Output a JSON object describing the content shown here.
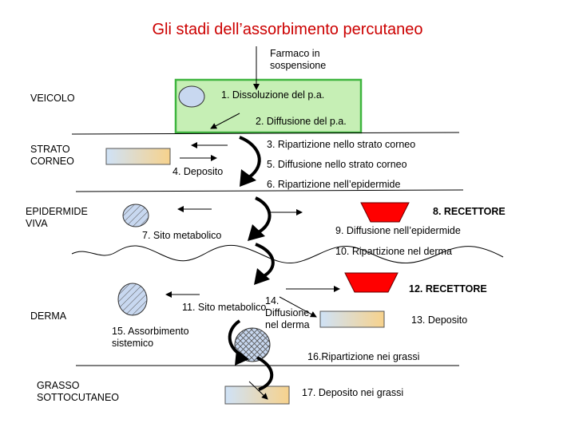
{
  "title": "Gli stadi dell’assorbimento percutaneo",
  "layers": {
    "veicolo": "VEICOLO",
    "strato_corneo": "STRATO\nCORNEO",
    "epidermide": "EPIDERMIDE\nVIVA",
    "derma": "DERMA",
    "grasso": "GRASSO\nSOTTOCUTANEO"
  },
  "labels": {
    "farmaco": "Farmaco in\nsospensione",
    "s1": "1. Dissoluzione del p.a.",
    "s2": "2. Diffusione del p.a.",
    "s3": "3. Ripartizione nello strato corneo",
    "s4": "4. Deposito",
    "s5": "5. Diffusione nello strato corneo",
    "s6": "6. Ripartizione nell’epidermide",
    "s7": "7. Sito metabolico",
    "s8": "8. RECETTORE",
    "s9": "9. Diffusione nell’epidermide",
    "s10": "10. Ripartizione nel derma",
    "s11": "11. Sito metabolico",
    "s12": "12. RECETTORE",
    "s13": "13. Deposito",
    "s14": "14.\nDiffusione\nnel derma",
    "s15": "15. Assorbimento\nsistemico",
    "s16": "16.Ripartizione nei grassi",
    "s17": "17. Deposito nei grassi"
  },
  "colors": {
    "title": "#cc0000",
    "vehicle_box_fill": "#c6efb5",
    "vehicle_box_stroke": "#3fb53f",
    "receptor": "#ff0000",
    "particle": "#c8d8f0",
    "deposit_start": "#cfe2f7",
    "deposit_end": "#f7d28c"
  }
}
